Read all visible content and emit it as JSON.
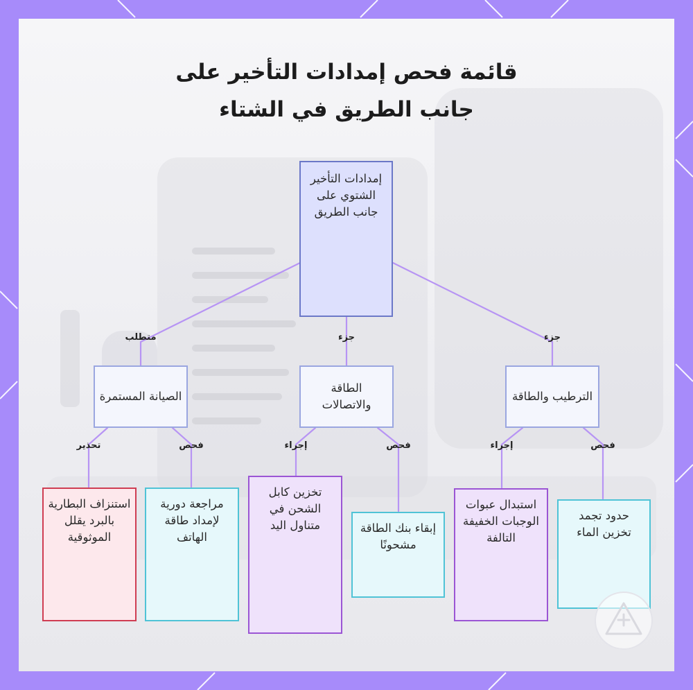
{
  "title": {
    "line1": "قائمة فحص إمدادات التأخير على",
    "line2": "جانب الطريق في الشتاء"
  },
  "nodes": {
    "root": "إمدادات التأخير الشتوي على جانب الطريق",
    "maintenance": "الصيانة المستمرة",
    "power": "الطاقة والاتصالات",
    "hydration": "الترطيب والطاقة",
    "battery_drain": "استنزاف البطارية بالبرد يقلل الموثوقية",
    "review_power": "مراجعة دورية لإمداد طاقة الهاتف",
    "cable": "تخزين كابل الشحن في متناول اليد",
    "power_bank": "إبقاء بنك الطاقة مشحونًا",
    "replace_snacks": "استبدال عبوات الوجبات الخفيفة التالفة",
    "freeze_limits": "حدود تجمد تخزين الماء"
  },
  "edge_labels": {
    "requirement": "متطلب",
    "part_1": "جزء",
    "part_2": "جزء",
    "warning": "تحذير",
    "check_1": "فحص",
    "action_1": "إجراء",
    "check_2": "فحص",
    "action_2": "إجراء",
    "check_3": "فحص"
  },
  "colors": {
    "frame": "#a78bfa",
    "edge": "#b794f4",
    "root_fill": "#dde0fd",
    "warning_border": "#cf3d52",
    "check_border": "#4fc3d6",
    "action_border": "#9b55d4"
  }
}
